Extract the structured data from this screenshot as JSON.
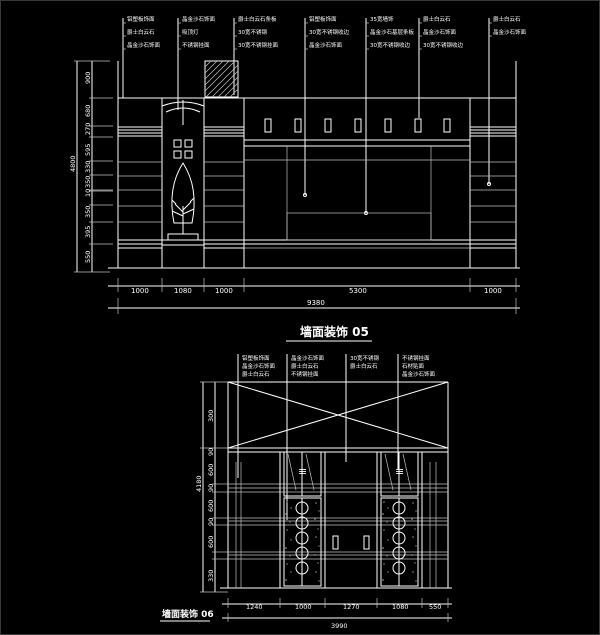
{
  "drawing1": {
    "title": "墙面装饰 05",
    "dims_bottom": [
      "1000",
      "1080",
      "1000",
      "5300",
      "1000"
    ],
    "total_width": "9380",
    "height_total": "4800",
    "dims_left": [
      "900",
      "680",
      "270",
      "595",
      "330",
      "350",
      "10",
      "350",
      "395",
      "550"
    ],
    "annotations": [
      [
        "铝塑板饰面",
        "爵士白云石",
        "晶金沙石饰面"
      ],
      [
        "晶金沙石饰面",
        "吸顶灯",
        "不锈钢挂面"
      ],
      [
        "爵士白云石条板",
        "30宽不锈钢",
        "30宽不锈钢挂面"
      ],
      [
        "铝塑板饰面",
        "30宽不锈钢收边",
        "晶金沙石饰面"
      ],
      [
        "35宽墙饰",
        "晶金沙石基层条板",
        "30宽不锈钢收边"
      ],
      [
        "爵士白云石",
        "晶金沙石饰面",
        "30宽不锈钢收边"
      ],
      [
        "爵士白云石",
        "晶金沙石饰面"
      ]
    ]
  },
  "drawing2": {
    "title": "墙面装饰 06",
    "dims_bottom": [
      "1240",
      "1000",
      "1270",
      "1080",
      "550"
    ],
    "total_width": "3990",
    "height_total": "4180",
    "dims_left": [
      "300",
      "90",
      "600",
      "90",
      "600",
      "90",
      "600",
      "330"
    ],
    "annotations": [
      [
        "铝塑板饰面",
        "晶金沙石饰面",
        "爵士白云石"
      ],
      [
        "晶金沙石饰面",
        "爵士白云石",
        "不锈钢挂面"
      ],
      [
        "30宽不锈钢",
        "爵士白云石"
      ],
      [
        "不锈钢挂面",
        "石材贴面",
        "晶金沙石饰面"
      ]
    ]
  }
}
